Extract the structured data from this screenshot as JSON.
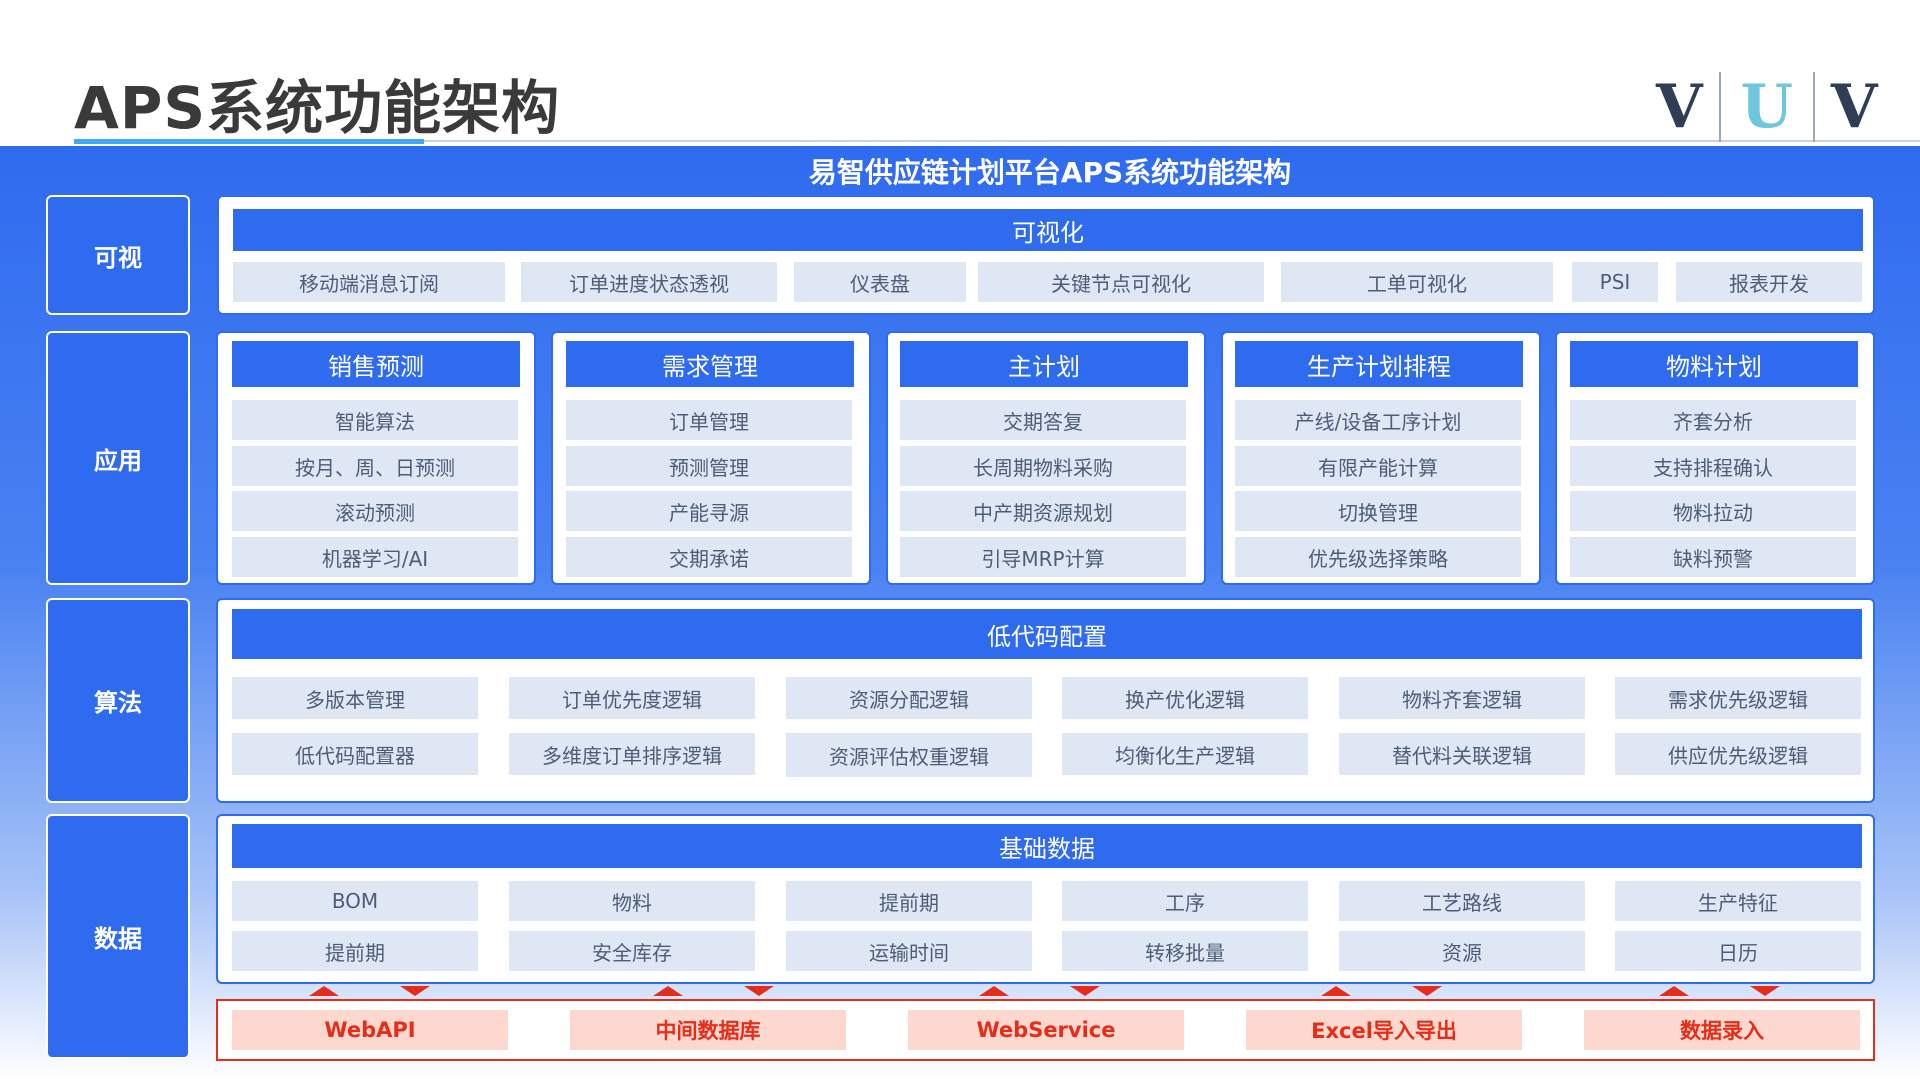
{
  "header": {
    "title": "APS系统功能架构",
    "logo": [
      "V",
      "U",
      "V"
    ]
  },
  "panel_title": "易智供应链计划平台APS系统功能架构",
  "layers": [
    "可视",
    "应用",
    "算法",
    "数据"
  ],
  "visual": {
    "title": "可视化",
    "items": [
      "移动端消息订阅",
      "订单进度状态透视",
      "仪表盘",
      "关键节点可视化",
      "工单可视化",
      "PSI",
      "报表开发"
    ]
  },
  "apps": [
    {
      "title": "销售预测",
      "items": [
        "智能算法",
        "按月、周、日预测",
        "滚动预测",
        "机器学习/AI"
      ]
    },
    {
      "title": "需求管理",
      "items": [
        "订单管理",
        "预测管理",
        "产能寻源",
        "交期承诺"
      ]
    },
    {
      "title": "主计划",
      "items": [
        "交期答复",
        "长周期物料采购",
        "中产期资源规划",
        "引导MRP计算"
      ]
    },
    {
      "title": "生产计划排程",
      "items": [
        "产线/设备工序计划",
        "有限产能计算",
        "切换管理",
        "优先级选择策略"
      ]
    },
    {
      "title": "物料计划",
      "items": [
        "齐套分析",
        "支持排程确认",
        "物料拉动",
        "缺料预警"
      ]
    }
  ],
  "algo": {
    "title": "低代码配置",
    "row1": [
      "多版本管理",
      "订单优先度逻辑",
      "资源分配逻辑",
      "换产优化逻辑",
      "物料齐套逻辑",
      "需求优先级逻辑"
    ],
    "row2": [
      "低代码配置器",
      "多维度订单排序逻辑",
      "资源评估权重逻辑",
      "均衡化生产逻辑",
      "替代料关联逻辑",
      "供应优先级逻辑"
    ]
  },
  "data": {
    "title": "基础数据",
    "row1": [
      "BOM",
      "物料",
      "提前期",
      "工序",
      "工艺路线",
      "生产特征"
    ],
    "row2": [
      "提前期",
      "安全库存",
      "运输时间",
      "转移批量",
      "资源",
      "日历"
    ]
  },
  "sources": [
    "WebAPI",
    "中间数据库",
    "WebService",
    "Excel导入导出",
    "数据录入"
  ]
}
